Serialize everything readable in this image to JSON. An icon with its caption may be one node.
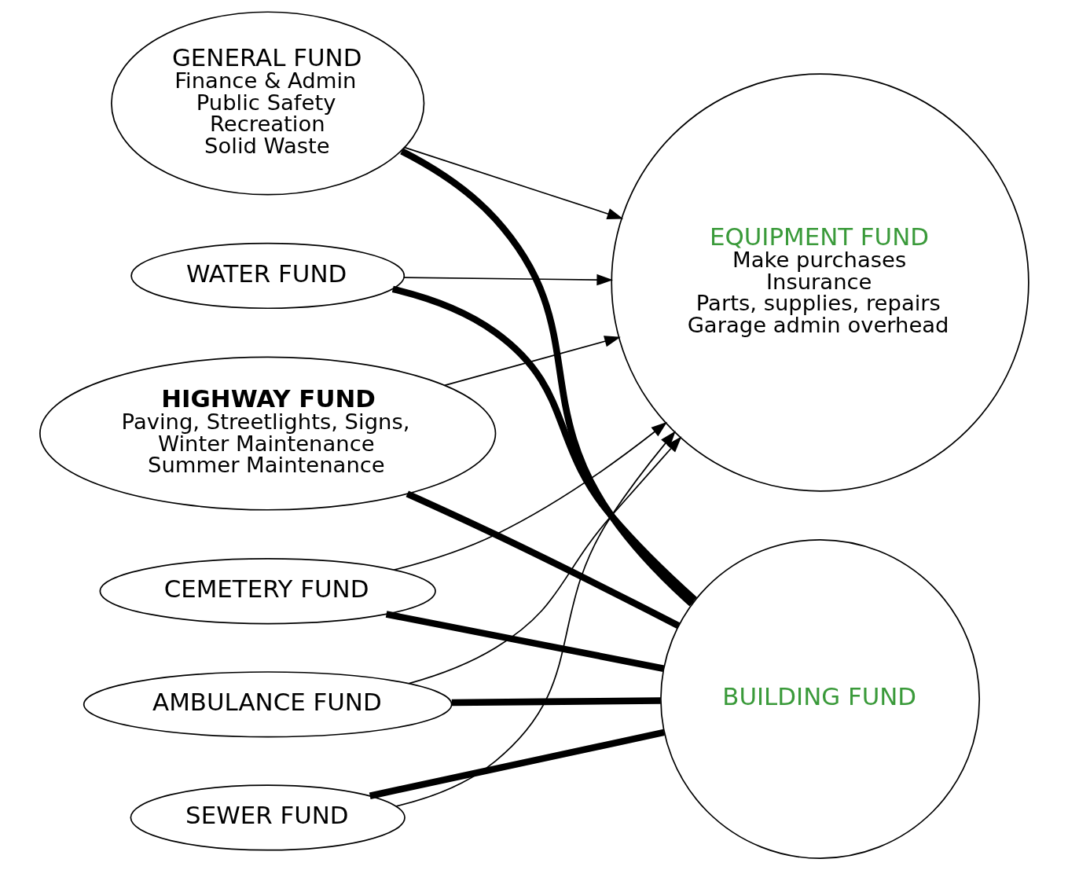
{
  "diagram": {
    "nodes": [
      {
        "text": [
          "GENERAL FUND",
          "Finance & Admin",
          "Public Safety",
          "Recreation",
          "Solid Waste"
        ]
      },
      {
        "text": [
          "WATER FUND"
        ]
      },
      {
        "text": [
          "HIGHWAY FUND",
          "Paving, Streetlights, Signs,",
          "Winter Maintenance",
          "Summer Maintenance"
        ]
      },
      {
        "text": [
          "CEMETERY FUND"
        ]
      },
      {
        "text": [
          "EQUIPMENT FUND",
          "Make purchases",
          "Insurance",
          "Parts, supplies, repairs",
          "Garage admin overhead"
        ]
      },
      {
        "text": [
          "AMBULANCE FUND"
        ]
      },
      {
        "text": [
          "BUILDING FUND"
        ]
      },
      {
        "text": [
          "SEWER FUND"
        ]
      }
    ],
    "edges": [
      {
        "from": 0,
        "to": 4,
        "arrow": "to"
      },
      {
        "from": 1,
        "to": 4,
        "arrow": "to"
      },
      {
        "from": 2,
        "to": 4,
        "arrow": "to"
      },
      {
        "from": 3,
        "to": 4,
        "arrow": "to"
      },
      {
        "from": 5,
        "to": 4,
        "arrow": "to"
      },
      {
        "from": 7,
        "to": 4,
        "arrow": "to"
      },
      {
        "from": 0,
        "to": 6,
        "arrow": "none",
        "style": "thick"
      },
      {
        "from": 1,
        "to": 6,
        "arrow": "none",
        "style": "thick"
      },
      {
        "from": 2,
        "to": 6,
        "arrow": "none",
        "style": "thick"
      },
      {
        "from": 3,
        "to": 6,
        "arrow": "none",
        "style": "thick"
      },
      {
        "from": 5,
        "to": 6,
        "arrow": "none",
        "style": "thick"
      },
      {
        "from": 7,
        "to": 6,
        "arrow": "none",
        "style": "thick"
      }
    ]
  }
}
